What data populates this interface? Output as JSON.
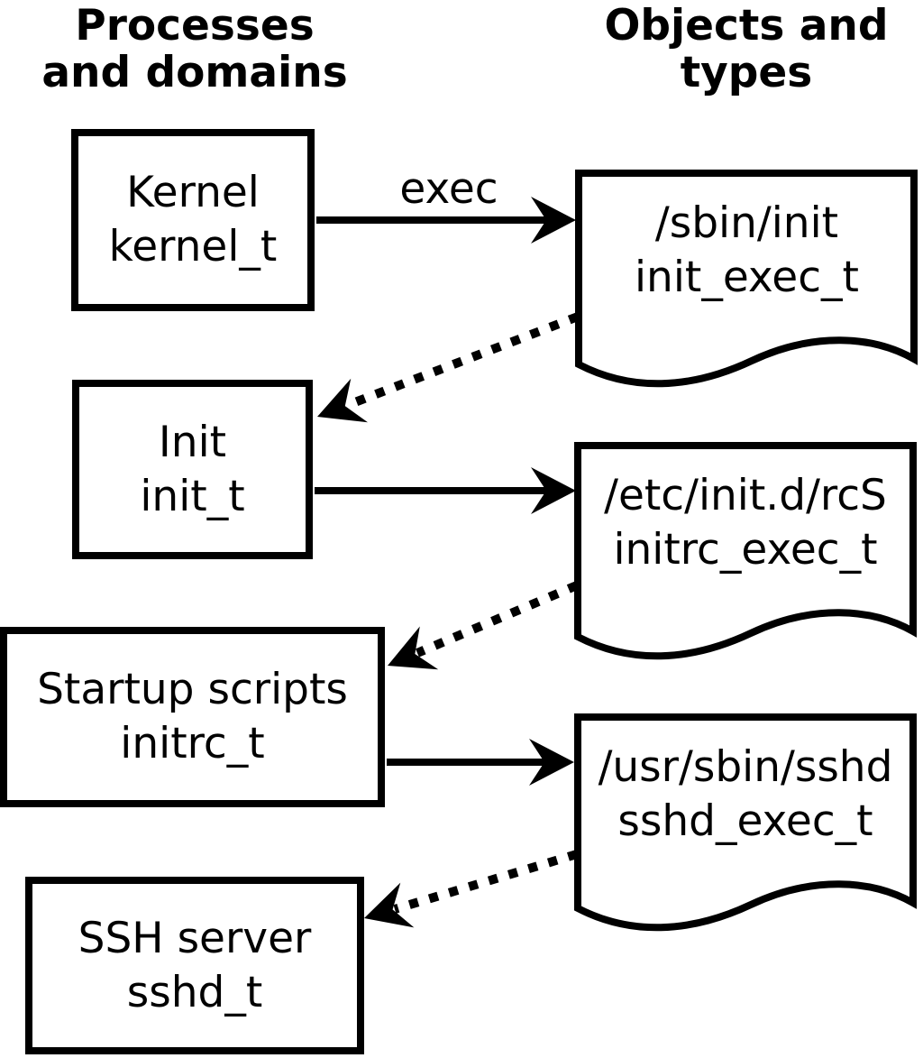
{
  "headings": {
    "left": {
      "line1": "Processes",
      "line2": "and domains"
    },
    "right": {
      "line1": "Objects and",
      "line2": "types"
    }
  },
  "process_boxes": [
    {
      "name": "Kernel",
      "type_label": "kernel_t"
    },
    {
      "name": "Init",
      "type_label": "init_t"
    },
    {
      "name": "Startup scripts",
      "type_label": "initrc_t"
    },
    {
      "name": "SSH server",
      "type_label": "sshd_t"
    }
  ],
  "object_docs": [
    {
      "path": "/sbin/init",
      "type_label": "init_exec_t"
    },
    {
      "path": "/etc/init.d/rcS",
      "type_label": "initrc_exec_t"
    },
    {
      "path": "/usr/sbin/sshd",
      "type_label": "sshd_exec_t"
    }
  ],
  "arrow_labels": {
    "exec": "exec"
  },
  "colors": {
    "line": "#000000",
    "background": "#ffffff"
  }
}
